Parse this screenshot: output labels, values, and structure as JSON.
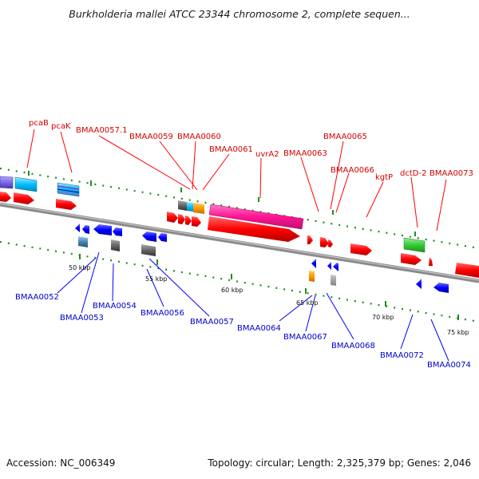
{
  "title": "Burkholderia mallei ATCC 23344 chromosome 2, complete sequen...",
  "top_labels": [
    "pcaB",
    "pcaK",
    "BMAA0057.1",
    "BMAA0059",
    "BMAA0060",
    "BMAA0061",
    "uvrA2",
    "BMAA0063",
    "BMAA0065",
    "BMAA0066",
    "kgtP",
    "dctD-2",
    "BMAA0073"
  ],
  "bottom_labels": [
    "BMAA0052",
    "BMAA0053",
    "BMAA0054",
    "BMAA0056",
    "BMAA0057",
    "BMAA0064",
    "BMAA0067",
    "BMAA0068",
    "BMAA0072",
    "BMAA0074"
  ],
  "kbp_marks": [
    "50 kbp",
    "55 kbp",
    "60 kbp",
    "65 kbp",
    "70 kbp",
    "75 kbp"
  ],
  "footer": {
    "accession": "Accession: NC_006349",
    "summary": "Topology: circular; Length: 2,325,379 bp; Genes: 2,046"
  },
  "colors": {
    "forward_cds": "#ff0000",
    "reverse_cds": "#0000ff",
    "forward_label": "#d40000",
    "reverse_label": "#0000cc",
    "backbone": "#8a8a8a",
    "tick": "#228b22",
    "rrna_pink": "#ff1493",
    "gene_green": "#33cc33",
    "gene_orange": "#ff9900",
    "gene_cyan": "#00bfff",
    "gene_gray": "#666666"
  }
}
